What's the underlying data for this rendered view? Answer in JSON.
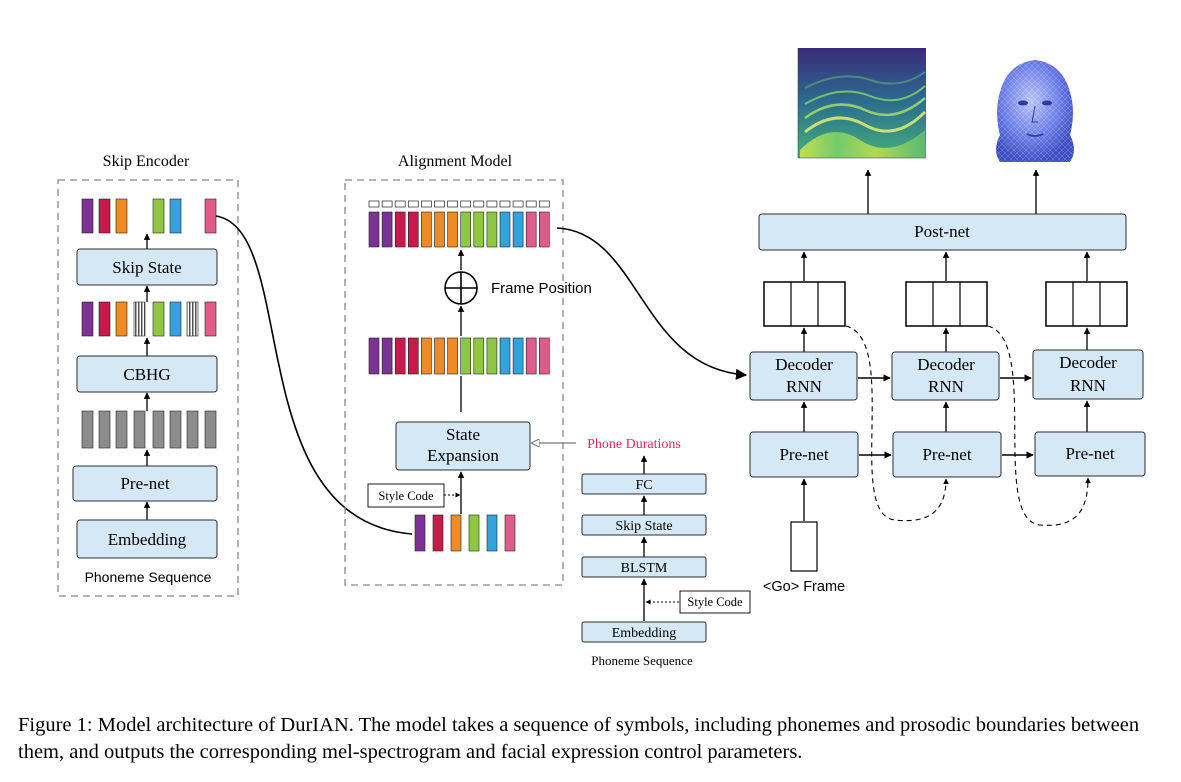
{
  "skip_encoder": {
    "title": "Skip Encoder",
    "skip_state": "Skip State",
    "cbhg": "CBHG",
    "prenet": "Pre-net",
    "embedding": "Embedding",
    "input": "Phoneme Sequence"
  },
  "alignment_model": {
    "title": "Alignment Model",
    "frame_position": "Frame Position",
    "state_expansion_l1": "State",
    "state_expansion_l2": "Expansion",
    "style_code": "Style Code",
    "phone_durations": "Phone Durations"
  },
  "duration_model": {
    "fc": "FC",
    "skip_state": "Skip State",
    "blstm": "BLSTM",
    "embedding": "Embedding",
    "style_code": "Style Code",
    "input": "Phoneme Sequence"
  },
  "decoder": {
    "postnet": "Post-net",
    "decoder_rnn_l1": "Decoder",
    "decoder_rnn_l2": "RNN",
    "prenet": "Pre-net",
    "go_frame": "<Go> Frame"
  },
  "caption": {
    "text": "Figure 1: Model architecture of DurIAN. The model takes a sequence of symbols, including phonemes and prosodic boundaries between them, and outputs the corresponding mel-spectrogram and facial expression control parameters."
  },
  "colors": {
    "box_fill": "#d5e8f6",
    "phone_durations_text": "#e8265e",
    "palette": [
      "#7b3294",
      "#c51b4a",
      "#f08a24",
      "#8fc744",
      "#34a3dd",
      "#e05a8a",
      "#8c8c8c"
    ]
  },
  "icons": {
    "sum": "circled-plus-icon",
    "spectrogram": "mel-spectrogram-image",
    "face": "3d-face-mesh-image"
  }
}
